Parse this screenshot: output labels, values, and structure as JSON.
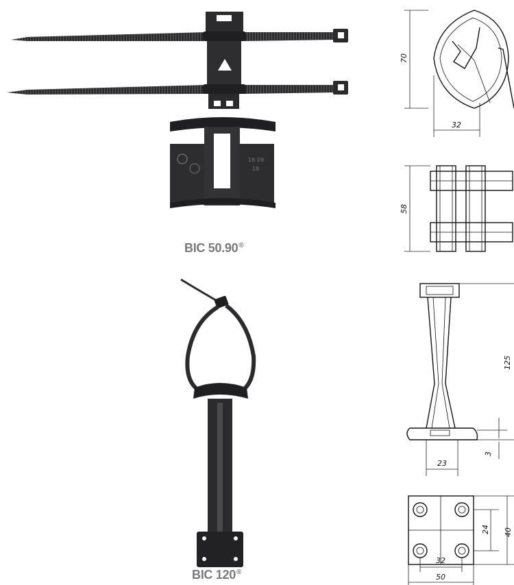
{
  "products": [
    {
      "name": "BIC 50.90",
      "mark": "®",
      "part_markings": [
        "16",
        "09",
        "18"
      ]
    },
    {
      "name": "BIC 120",
      "mark": "®"
    }
  ],
  "drawings": {
    "bic50_side": {
      "height": "70",
      "width": "32"
    },
    "bic50_front": {
      "height": "58"
    },
    "bic120_side": {
      "height": "125",
      "base": "23",
      "base_thickness": "3"
    },
    "bic120_base": {
      "hole_spacing_x": "32",
      "width": "50",
      "hole_spacing_y": "24",
      "depth": "40"
    }
  },
  "colors": {
    "product": "#2b2b2d",
    "caption": "#7a7a7a",
    "drawing": "#111111"
  }
}
